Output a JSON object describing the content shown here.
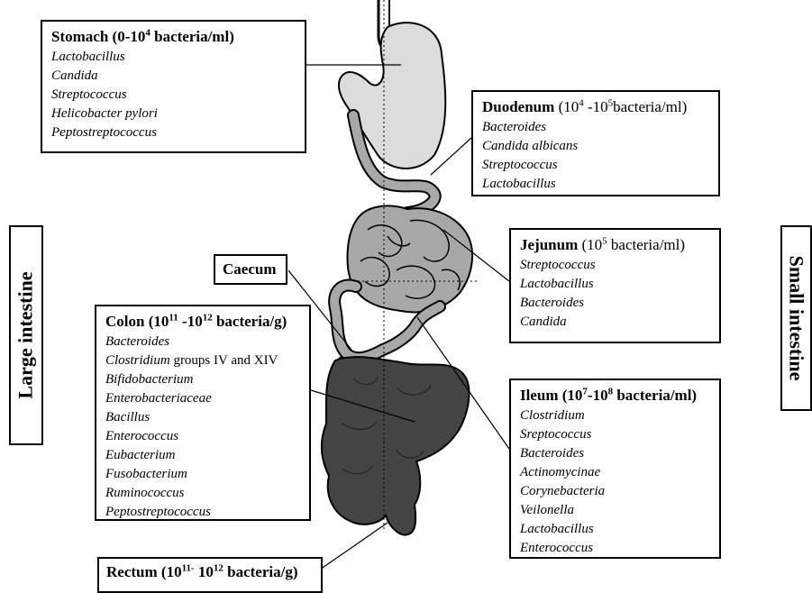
{
  "side_labels": {
    "left": "Large intestine",
    "right": "Small intestine"
  },
  "stomach": {
    "name": "Stomach",
    "range_pre": "(0-10",
    "range_exp": "4",
    "range_post": " bacteria/ml)",
    "items": [
      "Lactobacillus",
      "Candida",
      "Streptococcus",
      "Helicobacter pylori",
      "Peptostreptococcus"
    ]
  },
  "duodenum": {
    "name": "Duodenum",
    "range_pre": " (10",
    "range_exp1": "4",
    "range_mid": " -10",
    "range_exp2": "5",
    "range_post": "bacteria/ml)",
    "items": [
      "Bacteroides",
      "Candida albicans",
      "Streptococcus",
      "Lactobacillus"
    ]
  },
  "jejunum": {
    "name": "Jejunum",
    "range_pre": " (10",
    "range_exp": "5",
    "range_post": " bacteria/ml)",
    "items": [
      "Streptococcus",
      "Lactobacillus",
      "Bacteroides",
      "Candida"
    ]
  },
  "caecum": {
    "name": "Caecum"
  },
  "colon": {
    "name": "Colon",
    "range_pre": " (10",
    "range_exp1": "11",
    "range_mid": " -10",
    "range_exp2": "12",
    "range_post": " bacteria/g)",
    "items": [
      "Bacteroides"
    ],
    "clostridium_genus": "Clostridium",
    "clostridium_rest": " groups IV and XIV",
    "items2": [
      "Bifidobacterium",
      "Enterobacteriaceae",
      "Bacillus",
      "Enterococcus",
      "Eubacterium",
      "Fusobacterium",
      "Ruminococcus",
      "Peptostreptococcus"
    ]
  },
  "ileum": {
    "name": "Ileum",
    "range_pre": " (10",
    "range_exp1": "7",
    "range_mid": "-10",
    "range_exp2": "8",
    "range_post": " bacteria/ml)",
    "items": [
      "Clostridium",
      "Sreptococcus",
      "Bacteroides",
      "Actinomycinae",
      "Corynebacteria",
      "Veilonella",
      "Lactobacillus",
      "Enterococcus"
    ]
  },
  "rectum": {
    "name": "Rectum",
    "range_pre": " (10",
    "range_exp1": "11-",
    "range_mid": " 10",
    "range_exp2": "12",
    "range_post": " bacteria/g)"
  },
  "colors": {
    "stomach": "#dcdcdc",
    "small_intestine": "#a8a8a8",
    "large_intestine": "#444444",
    "outline": "#000000"
  }
}
